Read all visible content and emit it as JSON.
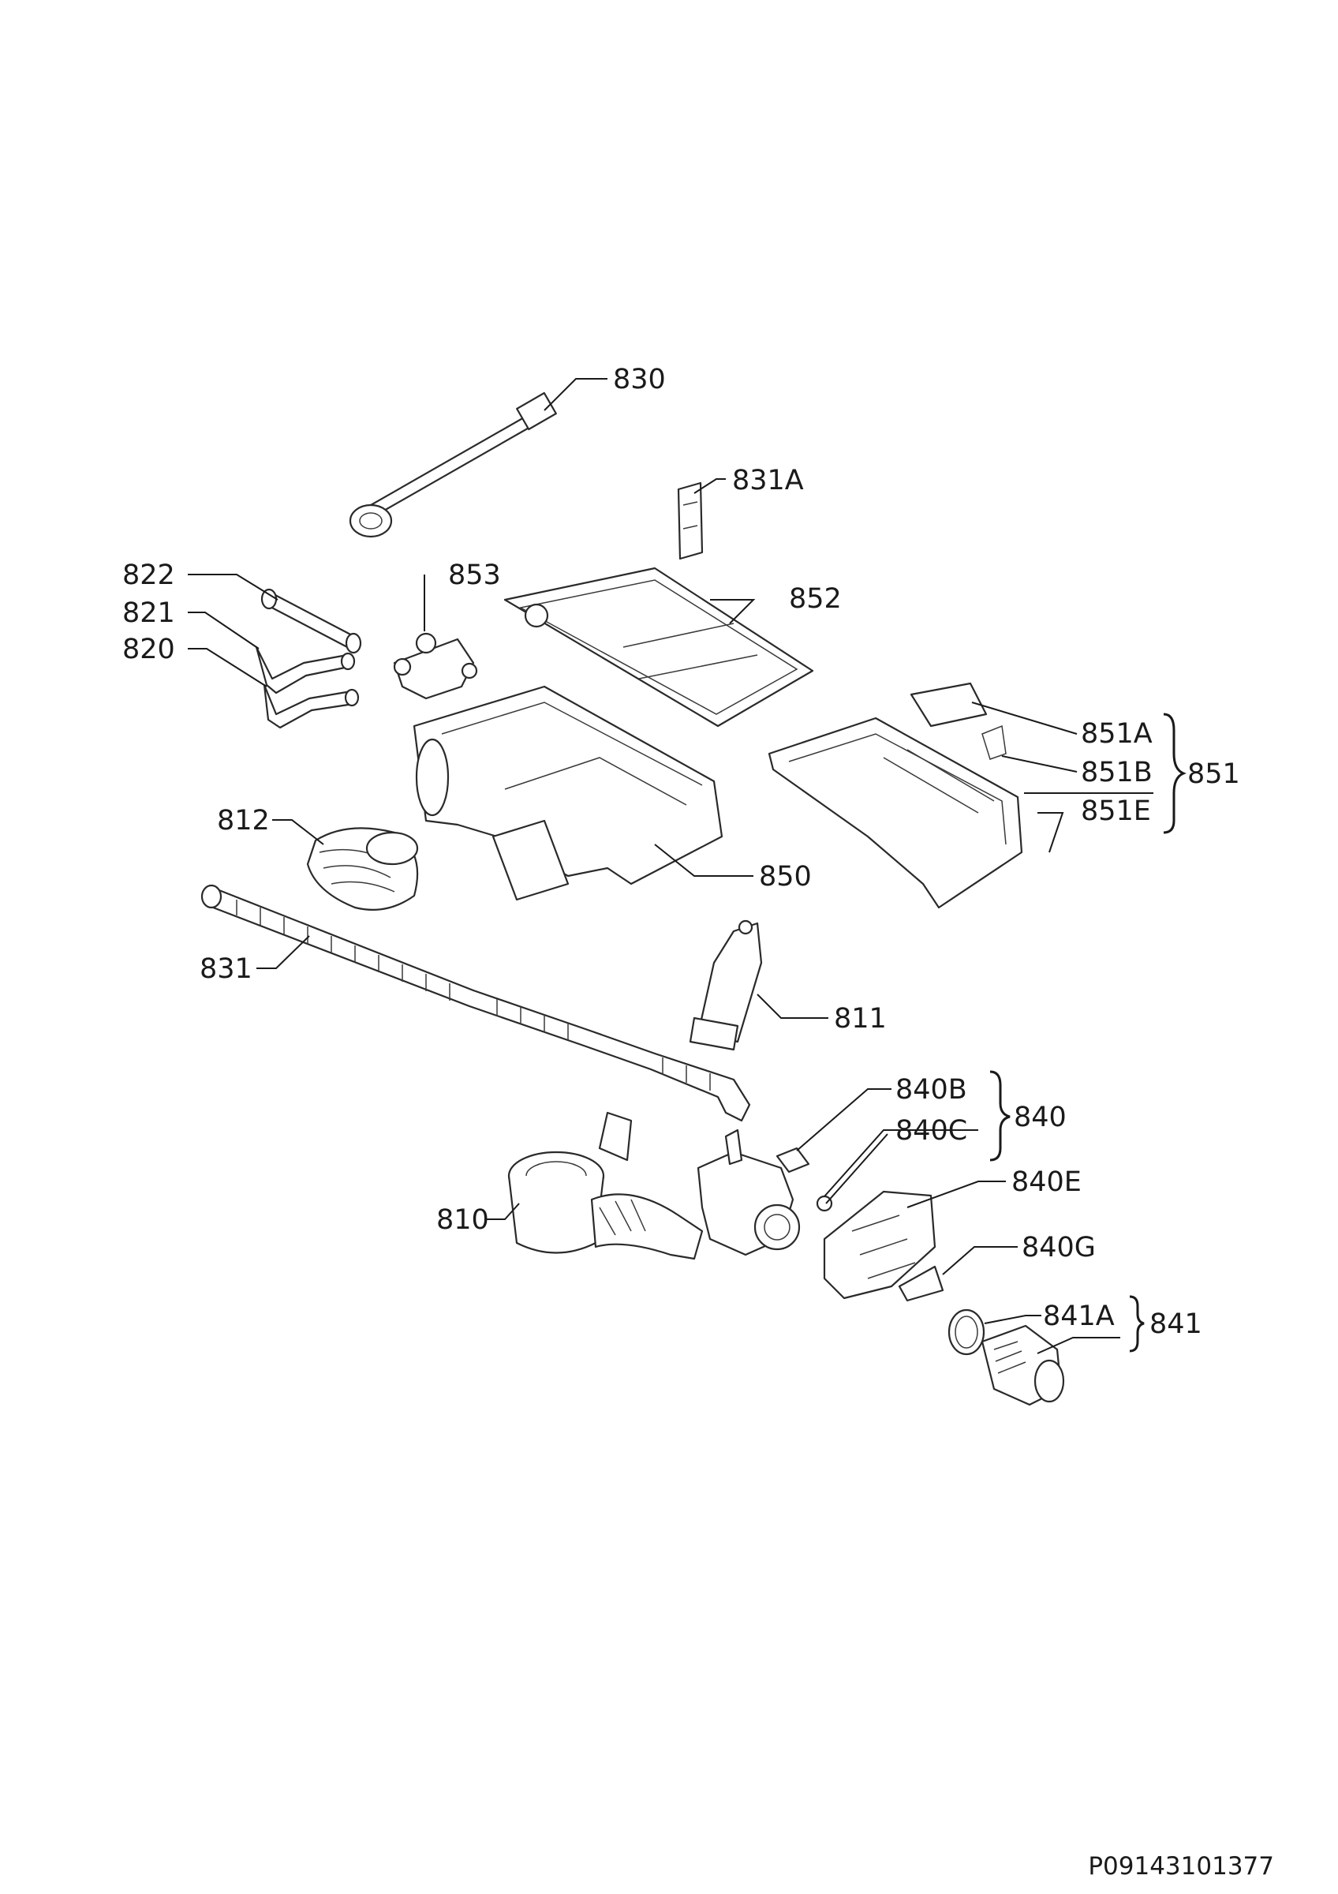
{
  "parts": [
    {
      "id": "p830",
      "label": "830"
    },
    {
      "id": "p831A",
      "label": "831A"
    },
    {
      "id": "p822",
      "label": "822"
    },
    {
      "id": "p821",
      "label": "821"
    },
    {
      "id": "p820",
      "label": "820"
    },
    {
      "id": "p853",
      "label": "853"
    },
    {
      "id": "p852",
      "label": "852"
    },
    {
      "id": "p851A",
      "label": "851A"
    },
    {
      "id": "p851B",
      "label": "851B"
    },
    {
      "id": "p851E",
      "label": "851E"
    },
    {
      "id": "p851",
      "label": "851"
    },
    {
      "id": "p812",
      "label": "812"
    },
    {
      "id": "p850",
      "label": "850"
    },
    {
      "id": "p831",
      "label": "831"
    },
    {
      "id": "p811",
      "label": "811"
    },
    {
      "id": "p840B",
      "label": "840B"
    },
    {
      "id": "p840C",
      "label": "840C"
    },
    {
      "id": "p840",
      "label": "840"
    },
    {
      "id": "p840E",
      "label": "840E"
    },
    {
      "id": "p810",
      "label": "810"
    },
    {
      "id": "p840G",
      "label": "840G"
    },
    {
      "id": "p841A",
      "label": "841A"
    },
    {
      "id": "p841",
      "label": "841"
    }
  ],
  "diagram_code": "P09143101377"
}
